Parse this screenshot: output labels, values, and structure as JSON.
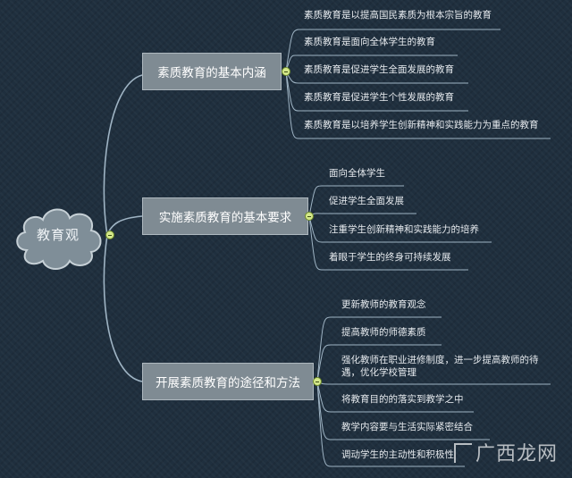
{
  "root": {
    "label": "教育观"
  },
  "branches": [
    {
      "label": "素质教育的基本内涵",
      "items": [
        "素质教育是以提高国民素质为根本宗旨的教育",
        "素质教育是面向全体学生的教育",
        "素质教育是促进学生全面发展的教育",
        "素质教育是促进学生个性发展的教育",
        "素质教育是以培养学生创新精神和实践能力为重点的教育"
      ]
    },
    {
      "label": "实施素质教育的基本要求",
      "items": [
        "面向全体学生",
        "促进学生全面发展",
        "注重学生创新精神和实践能力的培养",
        "着眼于学生的终身可持续发展"
      ]
    },
    {
      "label": "开展素质教育的途径和方法",
      "items": [
        "更新教师的教育观念",
        "提高教师的师德素质",
        "强化教师在职业进修制度，进一步提高教师的待遇，优化学校管理",
        "将教育目的的落实到教学之中",
        "教学内容要与生活实际紧密结合",
        "调动学生的主动性和积极性"
      ]
    }
  ],
  "watermark": "广西龙网",
  "colors": {
    "background": "#1f2f3e",
    "line": "#9fb4c4",
    "node_fill": "#7f8b93",
    "toggle": "#d4e88a"
  }
}
